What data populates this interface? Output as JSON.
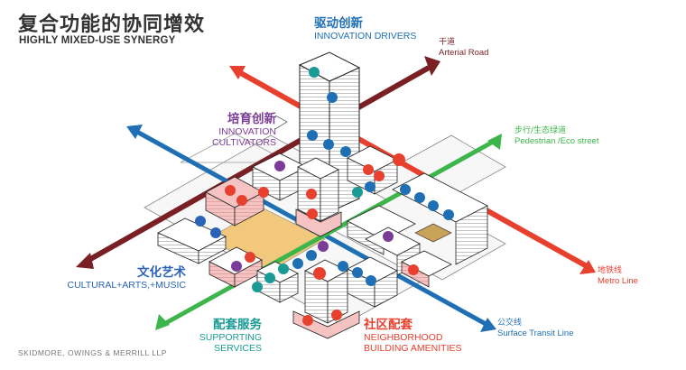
{
  "title": {
    "zh": "复合功能的协同增效",
    "en": "HIGHLY MIXED-USE SYNERGY"
  },
  "categories": [
    {
      "id": "innovation-drivers",
      "zh": "驱动创新",
      "en": [
        "INNOVATION DRIVERS"
      ],
      "color": "#1f6fb5"
    },
    {
      "id": "innovation-cultivators",
      "zh": "培育创新",
      "en": [
        "INNOVATION CULTIVATORS"
      ],
      "color": "#7b3c98"
    },
    {
      "id": "cultural-arts-music",
      "zh": "文化艺术",
      "en": [
        "CULTURAL+ARTS,+MUSIC"
      ],
      "color": "#2a63b8"
    },
    {
      "id": "supporting-services",
      "zh": "配套服务",
      "en": [
        "SUPPORTING",
        "SERVICES"
      ],
      "color": "#1a9a94"
    },
    {
      "id": "neighborhood-amenities",
      "zh": "社区配套",
      "en": [
        "NEIGHBORHOOD",
        "BUILDING AMENITIES"
      ],
      "color": "#e8402e"
    }
  ],
  "routes": [
    {
      "id": "arterial-road",
      "zh": "干道",
      "en": "Arterial Road",
      "color": "#7a1f24"
    },
    {
      "id": "pedestrian-eco-street",
      "zh": "步行/生态绿道",
      "en": "Pedestrian /Eco street",
      "color": "#3cb54a"
    },
    {
      "id": "metro-line",
      "zh": "地铁线",
      "en": "Metro Line",
      "color": "#e8402e"
    },
    {
      "id": "surface-transit-line",
      "zh": "公交线",
      "en": "Surface Transit Line",
      "color": "#1f6fb5"
    }
  ],
  "icon_legend": {
    "drivers": [
      "money-icon",
      "brain-icon",
      "thumbs-up-icon",
      "network-icon",
      "monitor-icon"
    ],
    "cultivators": [
      "lightbulb-icon",
      "building-icon",
      "trophy-icon"
    ],
    "culture": [
      "music-icon",
      "theater-icon",
      "art-icon"
    ],
    "services": [
      "handshake-icon",
      "tools-icon",
      "coin-icon"
    ],
    "amenities": [
      "cart-icon",
      "shop-icon",
      "car-icon",
      "train-icon",
      "coffee-icon"
    ]
  },
  "footer": "SKIDMORE, OWINGS & MERRILL LLP"
}
